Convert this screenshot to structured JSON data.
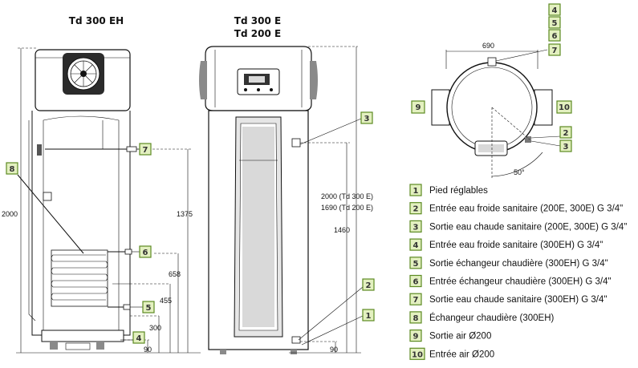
{
  "titles": {
    "left": "Td 300 EH",
    "mid1": "Td 300 E",
    "mid2": "Td 200 E"
  },
  "dimensions": {
    "d2000": "2000",
    "d1375": "1375",
    "d658": "658",
    "d455": "455",
    "d300": "300",
    "d90a": "90",
    "d2000b": "2000 (Td 300 E)",
    "d1690": "1690 (Td 200 E)",
    "d1460": "1460",
    "d90b": "90",
    "d690": "690",
    "angle": "50°"
  },
  "badges": {
    "b1": "1",
    "b2": "2",
    "b3": "3",
    "b4": "4",
    "b5": "5",
    "b6": "6",
    "b7": "7",
    "b8": "8",
    "b9": "9",
    "b10": "10"
  },
  "legend": [
    {
      "num": "1",
      "text": "Pied réglables"
    },
    {
      "num": "2",
      "text": "Entrée eau froide sanitaire (200E, 300E) G 3/4\""
    },
    {
      "num": "3",
      "text": "Sortie eau chaude sanitaire (200E, 300E) G 3/4\""
    },
    {
      "num": "4",
      "text": "Entrée eau froide sanitaire (300EH) G 3/4\""
    },
    {
      "num": "5",
      "text": "Sortie échangeur chaudière (300EH) G 3/4\""
    },
    {
      "num": "6",
      "text": "Entrée échangeur chaudière (300EH) G 3/4\""
    },
    {
      "num": "7",
      "text": "Sortie eau chaude sanitaire (300EH) G 3/4\""
    },
    {
      "num": "8",
      "text": "Échangeur chaudière (300EH)"
    },
    {
      "num": "9",
      "text": "Sortie air Ø200"
    },
    {
      "num": "10",
      "text": "Entrée air Ø200"
    }
  ]
}
